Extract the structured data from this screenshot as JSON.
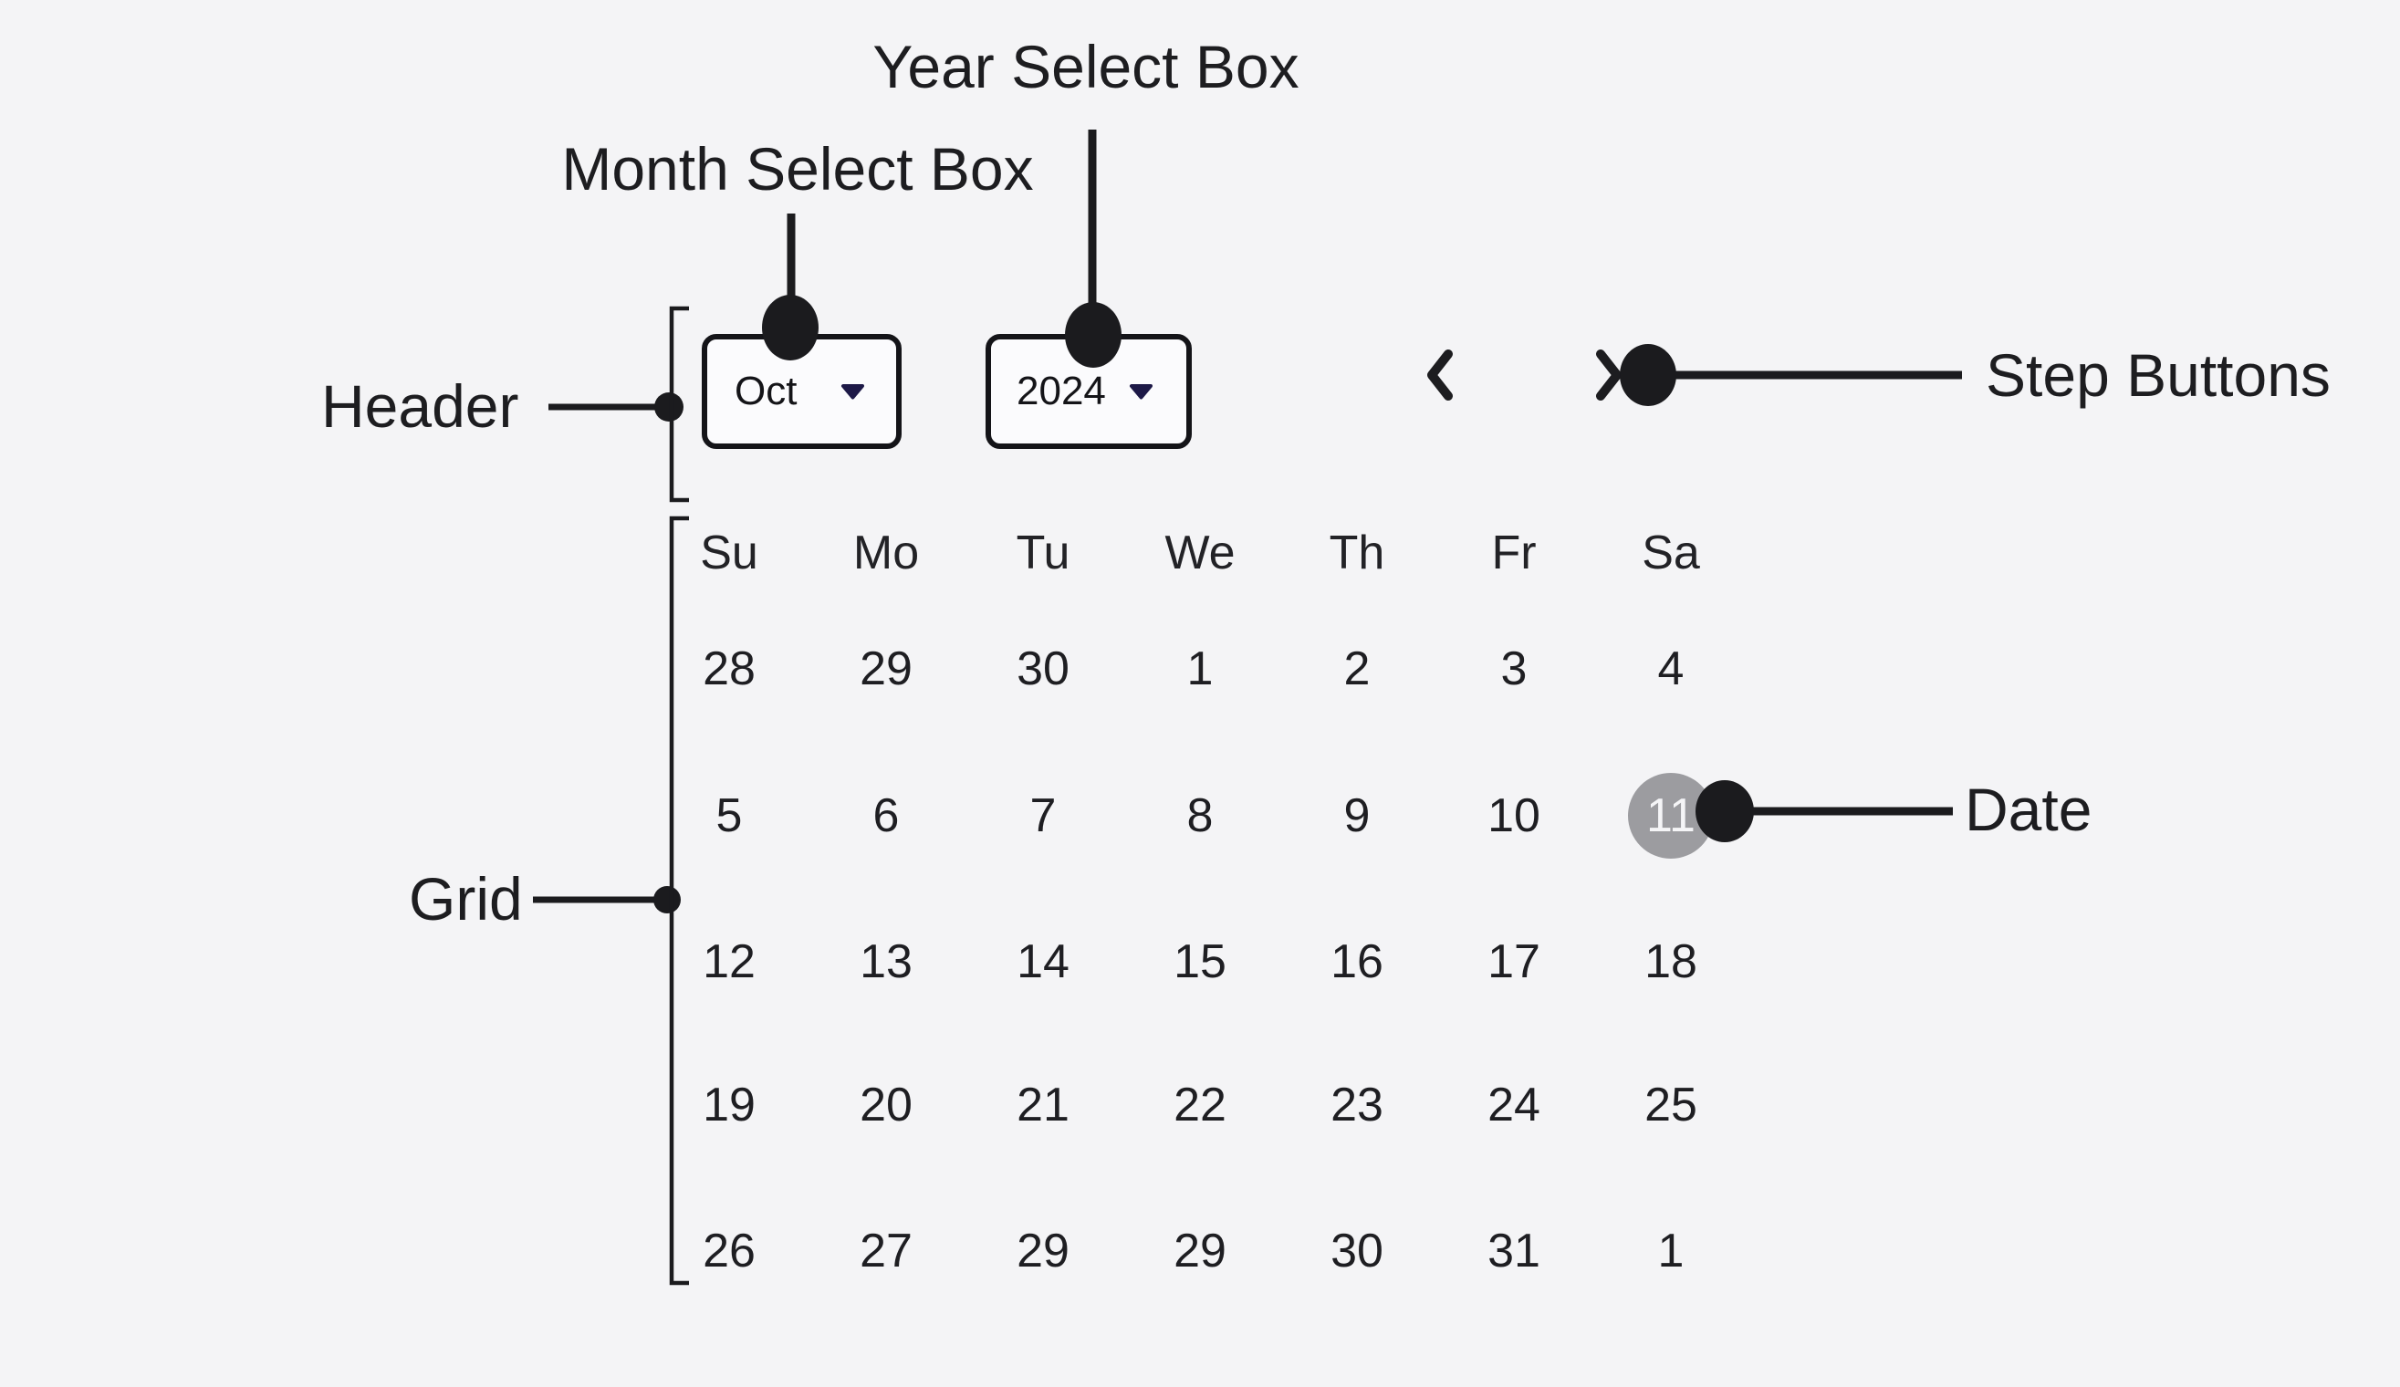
{
  "annotations": {
    "year_select": "Year Select Box",
    "month_select": "Month Select Box",
    "header": "Header",
    "grid": "Grid",
    "step_buttons": "Step Buttons",
    "date": "Date"
  },
  "datepicker": {
    "month": "Oct",
    "year": "2024",
    "weekdays": [
      "Su",
      "Mo",
      "Tu",
      "We",
      "Th",
      "Fr",
      "Sa"
    ],
    "weeks": [
      [
        "28",
        "29",
        "30",
        "1",
        "2",
        "3",
        "4"
      ],
      [
        "5",
        "6",
        "7",
        "8",
        "9",
        "10",
        "11"
      ],
      [
        "12",
        "13",
        "14",
        "15",
        "16",
        "17",
        "18"
      ],
      [
        "19",
        "20",
        "21",
        "22",
        "23",
        "24",
        "25"
      ],
      [
        "26",
        "27",
        "29",
        "29",
        "30",
        "31",
        "1"
      ]
    ],
    "selected_date": "11"
  },
  "icons": {
    "month_caret": "chevron-down-icon",
    "year_caret": "chevron-down-icon",
    "prev_button": "chevron-left-icon",
    "next_button": "chevron-right-icon"
  },
  "colors": {
    "background": "#f4f4f6",
    "ink": "#1b1b1e",
    "box_border": "#141418",
    "box_background": "#fbfbfd",
    "caret": "#1d1947",
    "selected_background": "#9c9ca0",
    "selected_text": "#f5f5f7"
  }
}
